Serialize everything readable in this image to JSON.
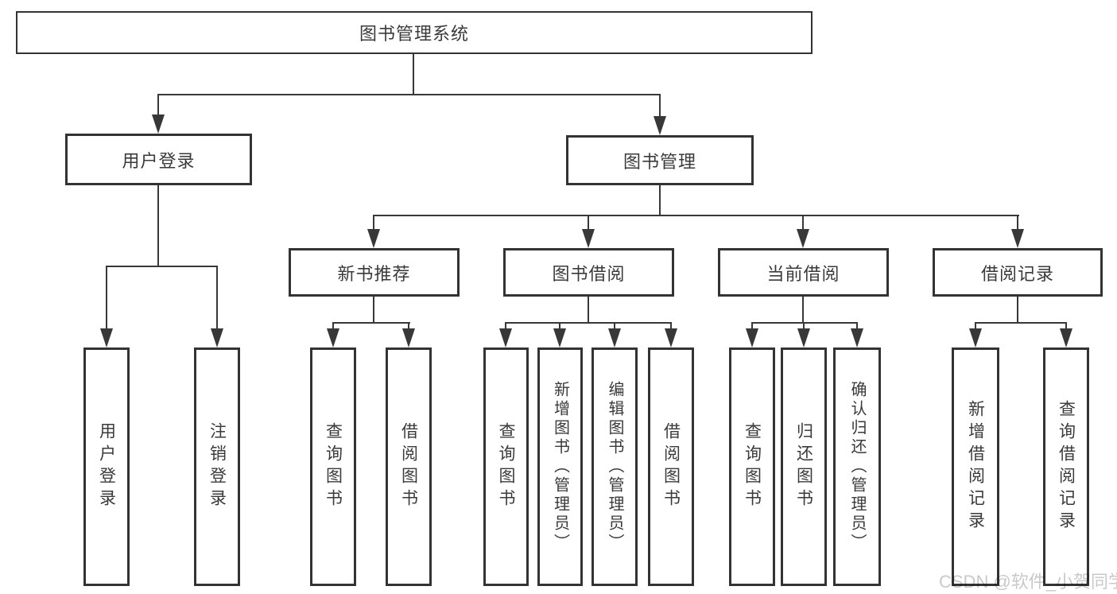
{
  "diagram": {
    "root": {
      "label": "图书管理系统"
    },
    "children": [
      {
        "label": "用户登录",
        "children": [
          {
            "label": "用户登录"
          },
          {
            "label": "注销登录"
          }
        ]
      },
      {
        "label": "图书管理",
        "children": [
          {
            "label": "新书推荐",
            "children": [
              {
                "label": "查询图书"
              },
              {
                "label": "借阅图书"
              }
            ]
          },
          {
            "label": "图书借阅",
            "children": [
              {
                "label": "查询图书"
              },
              {
                "label": "新增图书（管理员）"
              },
              {
                "label": "编辑图书（管理员）"
              },
              {
                "label": "借阅图书"
              }
            ]
          },
          {
            "label": "当前借阅",
            "children": [
              {
                "label": "查询图书"
              },
              {
                "label": "归还图书"
              },
              {
                "label": "确认归还（管理员）"
              }
            ]
          },
          {
            "label": "借阅记录",
            "children": [
              {
                "label": "新增借阅记录"
              },
              {
                "label": "查询借阅记录"
              }
            ]
          }
        ]
      }
    ]
  },
  "watermark": {
    "text": "CSDN @软件_小贺同学"
  },
  "colors": {
    "line": "#383838",
    "border": "#333333",
    "text": "#3a3a3a",
    "background": "#ffffff",
    "watermark": "#c9c9c9"
  }
}
